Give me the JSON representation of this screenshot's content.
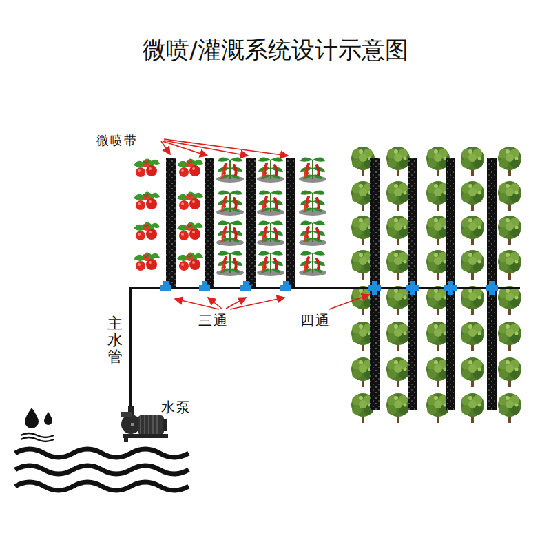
{
  "diagram": {
    "title": "微喷/灌溉系统设计示意图",
    "labels": [
      "微喷带",
      "三通",
      "四通",
      "主水管",
      "水泵"
    ]
  }
}
